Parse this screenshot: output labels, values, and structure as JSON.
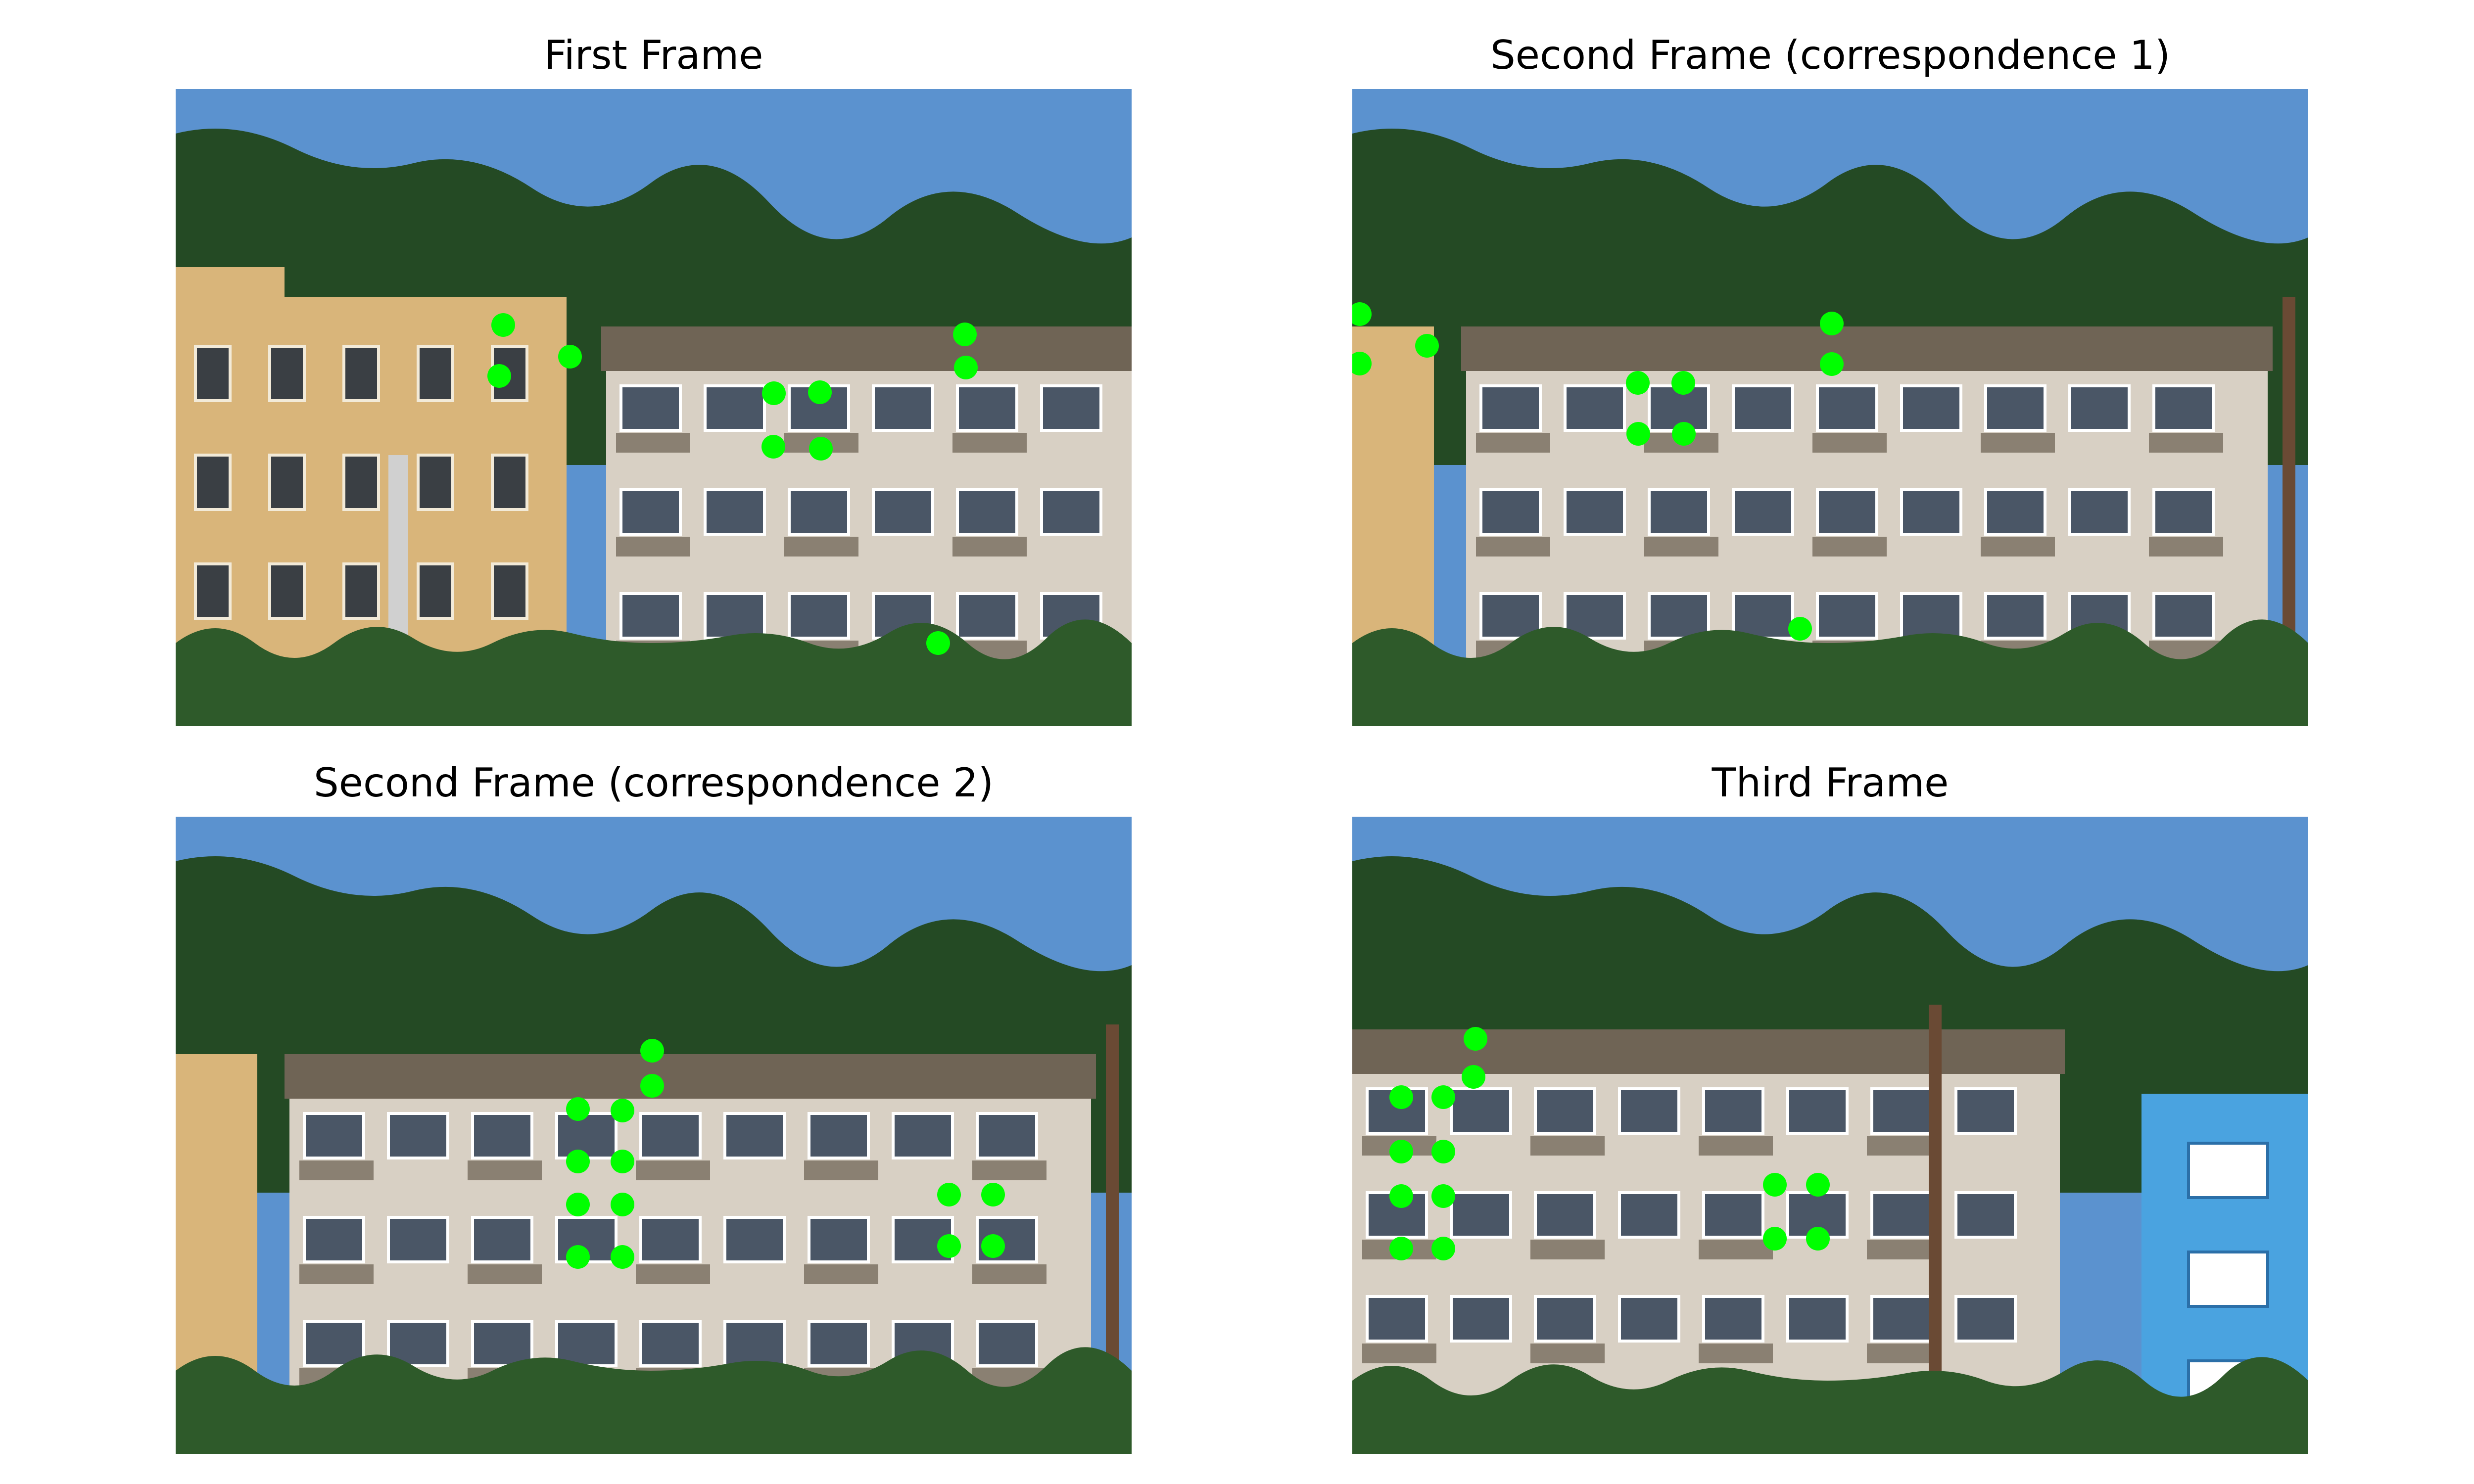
{
  "colors": {
    "sky": "#5b92cf",
    "trees": "#244a24",
    "roof": "#6f6455",
    "facade": "#d8d0c4",
    "yellow_building": "#d9b57a",
    "blue_building": "#4aa3e0",
    "bushes": "#2e5a2a",
    "marker": "#00ff00"
  },
  "panels": [
    {
      "id": "p1",
      "title": "First Frame",
      "scene": "frame1",
      "points": [
        [
          662,
          477
        ],
        [
          654,
          580
        ],
        [
          797,
          541
        ],
        [
          1209,
          615
        ],
        [
          1302,
          613
        ],
        [
          1208,
          723
        ],
        [
          1304,
          727
        ],
        [
          1595,
          496
        ],
        [
          1597,
          563
        ],
        [
          1541,
          1120
        ]
      ]
    },
    {
      "id": "p2",
      "title": "Second Frame (correspondence 1)",
      "scene": "frame2",
      "points": [
        [
          15,
          455
        ],
        [
          15,
          555
        ],
        [
          151,
          519
        ],
        [
          577,
          594
        ],
        [
          669,
          594
        ],
        [
          578,
          697
        ],
        [
          670,
          697
        ],
        [
          969,
          474
        ],
        [
          969,
          556
        ],
        [
          905,
          1091
        ]
      ]
    },
    {
      "id": "p3",
      "title": "Second Frame (correspondence 2)",
      "scene": "frame2",
      "points": [
        [
          963,
          473
        ],
        [
          963,
          544
        ],
        [
          813,
          591
        ],
        [
          903,
          594
        ],
        [
          813,
          697
        ],
        [
          903,
          697
        ],
        [
          813,
          784
        ],
        [
          903,
          784
        ],
        [
          813,
          890
        ],
        [
          903,
          890
        ],
        [
          1563,
          764
        ],
        [
          1652,
          764
        ],
        [
          1563,
          868
        ],
        [
          1652,
          868
        ]
      ]
    },
    {
      "id": "p4",
      "title": "Third Frame",
      "scene": "frame3",
      "points": [
        [
          249,
          449
        ],
        [
          245,
          526
        ],
        [
          99,
          567
        ],
        [
          184,
          567
        ],
        [
          99,
          677
        ],
        [
          184,
          677
        ],
        [
          99,
          767
        ],
        [
          184,
          767
        ],
        [
          99,
          873
        ],
        [
          184,
          873
        ],
        [
          854,
          744
        ],
        [
          941,
          744
        ],
        [
          854,
          853
        ],
        [
          941,
          853
        ]
      ]
    }
  ]
}
